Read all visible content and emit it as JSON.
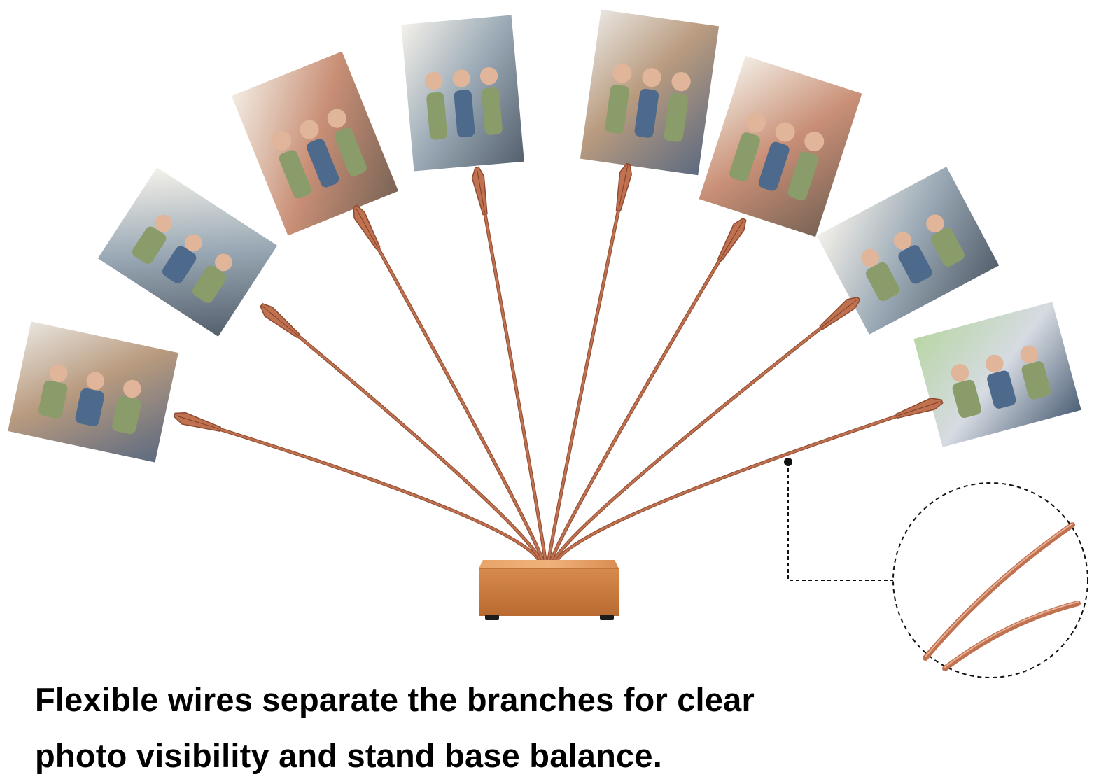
{
  "caption": {
    "line1": "Flexible wires separate the branches for clear",
    "line2": "photo visibility and stand base balance."
  },
  "colors": {
    "wire": "#c0714f",
    "wire_dark": "#8e4a30",
    "base_top": "#e39a5f",
    "base_front": "#c97a3c",
    "background": "#ffffff",
    "caption_text": "#000000"
  },
  "icons": {
    "photo": "photo-icon",
    "clip": "alligator-clip-icon",
    "zoom": "magnify-circle-icon"
  },
  "product": {
    "branch_count": 8
  }
}
